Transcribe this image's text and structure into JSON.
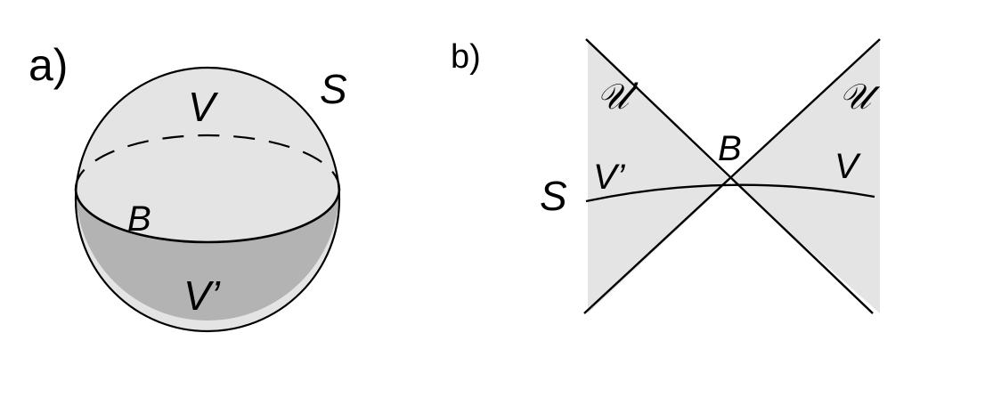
{
  "panel_a": {
    "label": "a)",
    "surface_label": "S",
    "upper_region_label": "V",
    "lower_region_label": "V’",
    "boundary_label": "B"
  },
  "panel_b": {
    "label": "b)",
    "surface_label": "S",
    "left_region_label": "V’",
    "right_region_label": "V",
    "boundary_label": "B",
    "left_wedge_label": "𝒰’",
    "right_wedge_label": "𝒰"
  },
  "colors": {
    "light_fill": "#e4e4e4",
    "dark_fill": "#b3b3b3",
    "stroke": "#000000"
  }
}
